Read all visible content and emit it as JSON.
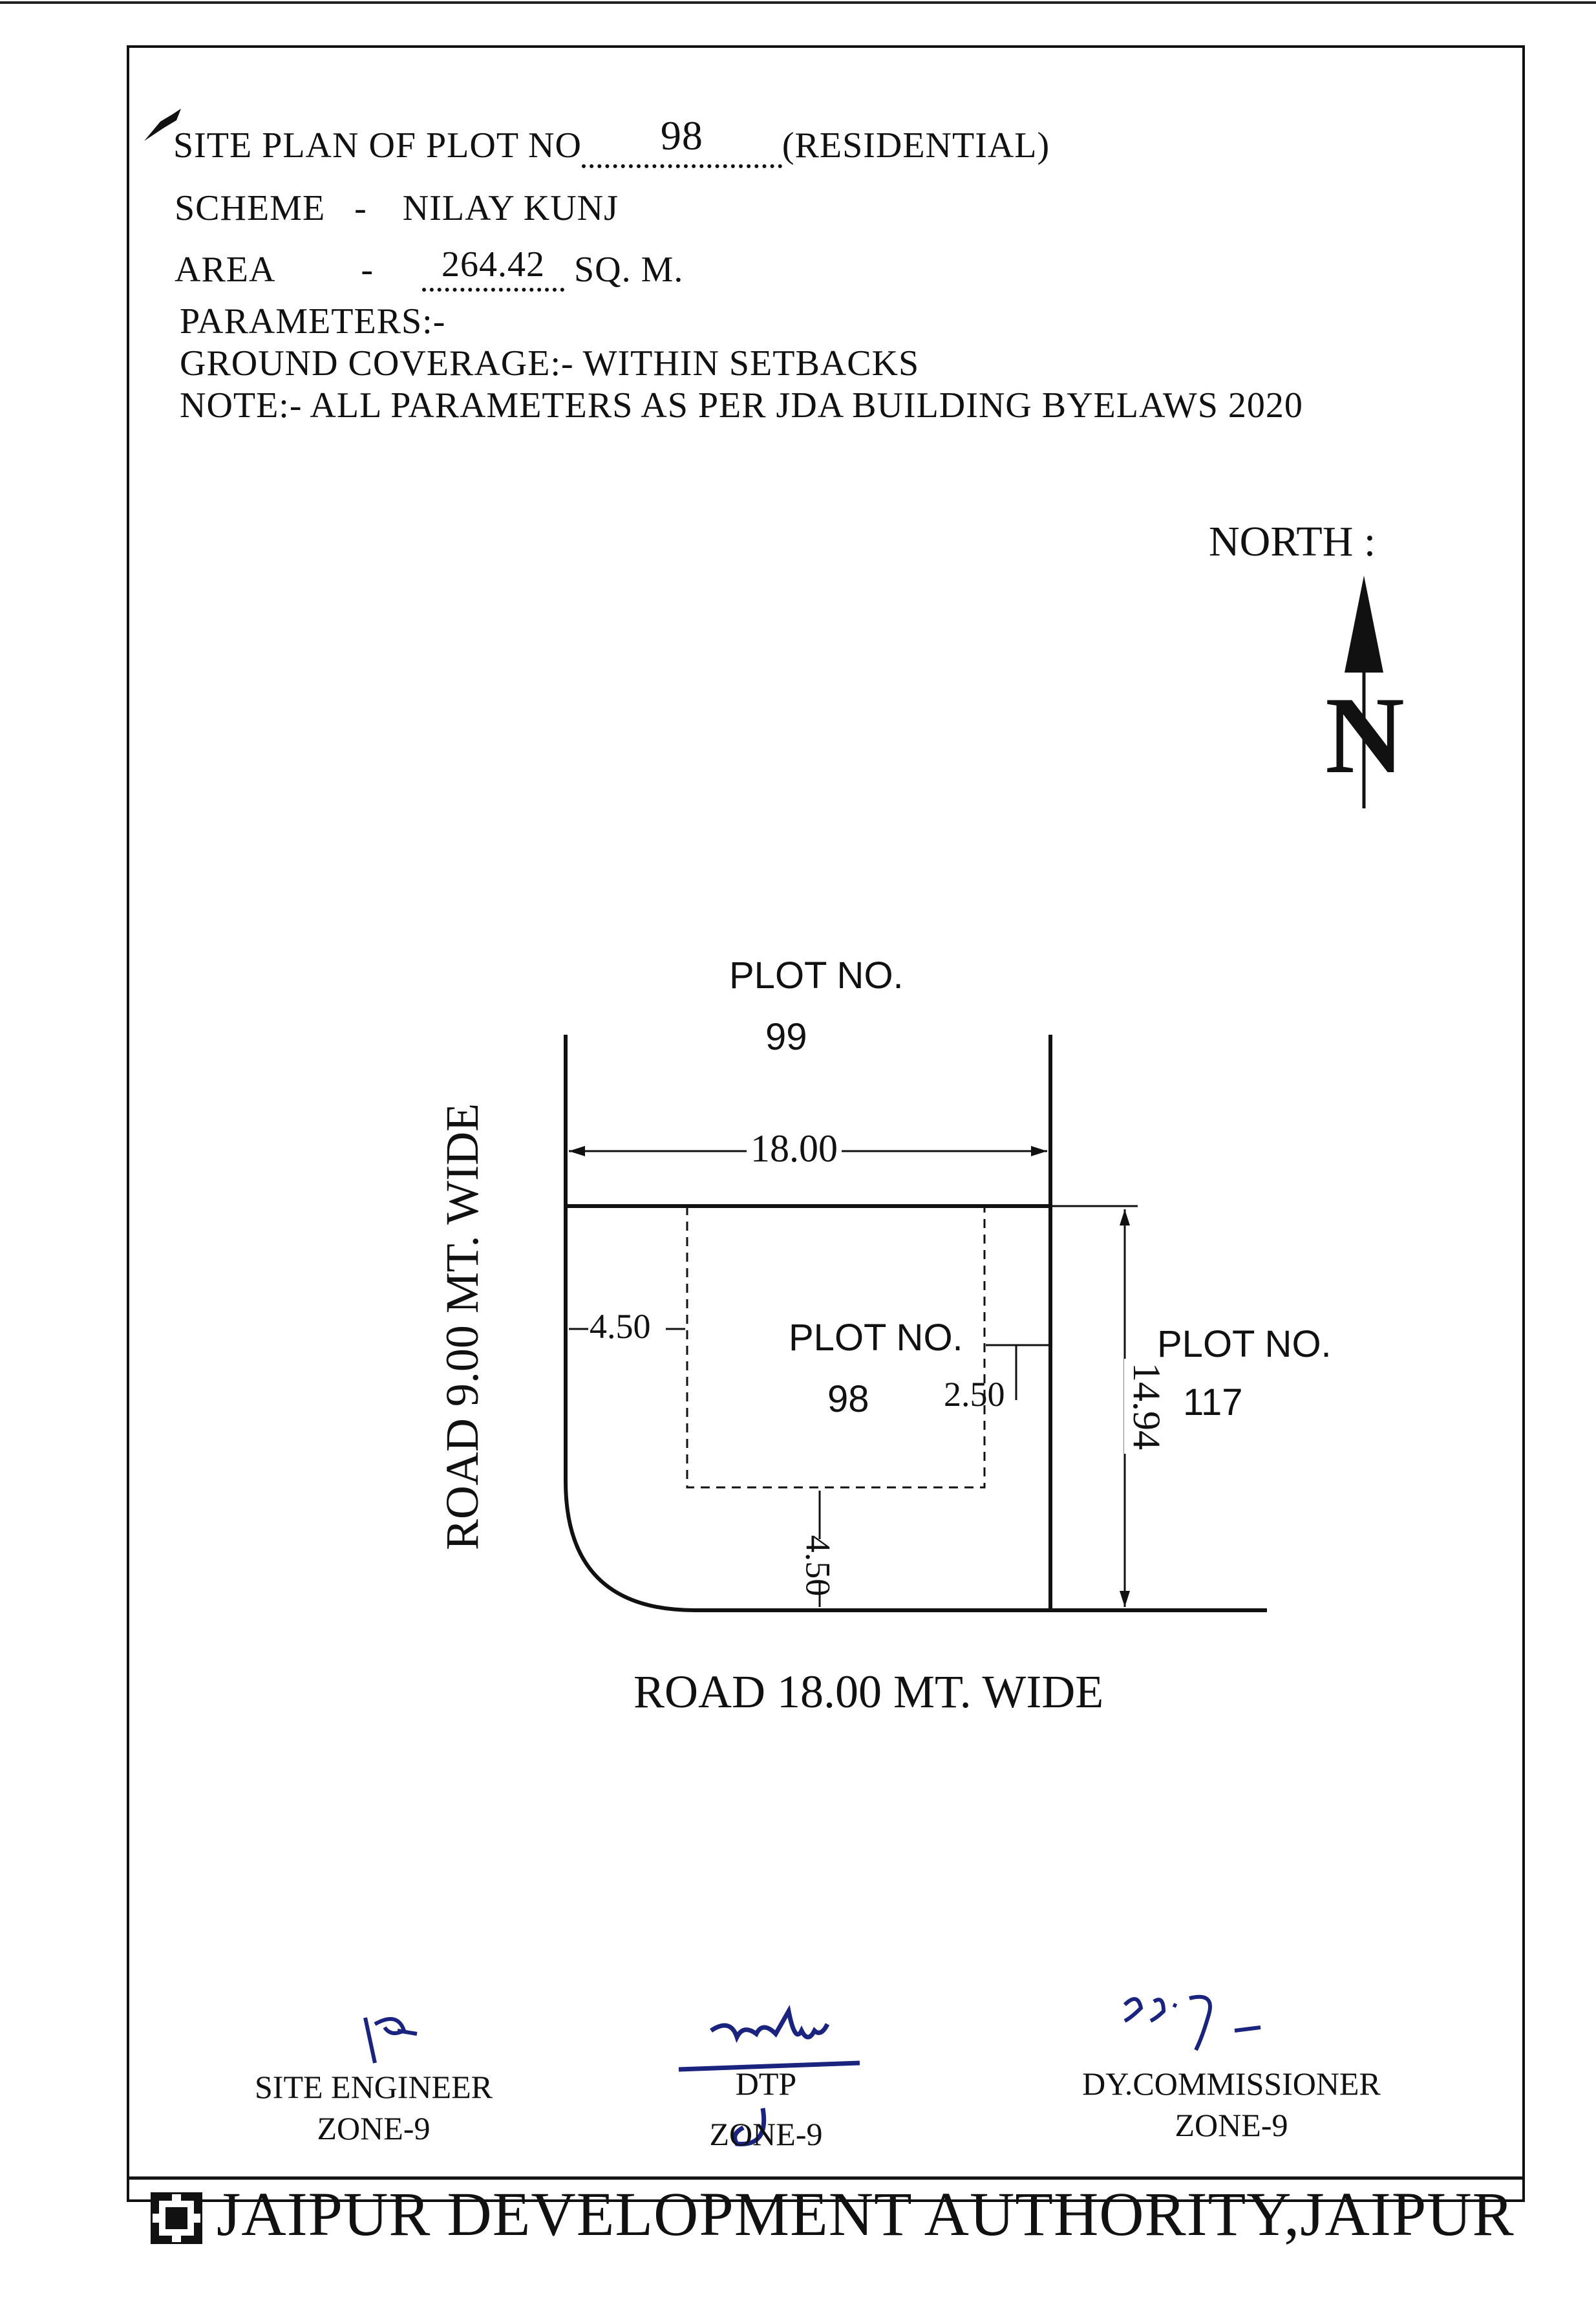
{
  "header": {
    "line1_prefix": "SITE  PLAN  OF  PLOT  NO",
    "plot_no": "98",
    "line1_suffix": "(RESIDENTIAL)",
    "scheme_label": "SCHEME   -",
    "scheme_value": "NILAY KUNJ",
    "area_label": "AREA         -",
    "area_value": "264.42",
    "area_unit": "SQ. M.",
    "parameters": "PARAMETERS:-",
    "ground_coverage": "GROUND COVERAGE:- WITHIN SETBACKS",
    "note": "NOTE:- ALL PARAMETERS AS PER JDA BUILDING BYELAWS 2020"
  },
  "north": {
    "label": "NORTH :",
    "letter": "N"
  },
  "plan": {
    "top_plot_label": "PLOT NO.",
    "top_plot_no": "99",
    "center_plot_label": "PLOT NO.",
    "center_plot_no": "98",
    "right_plot_label": "PLOT NO.",
    "right_plot_no": "117",
    "width_dim": "18.00",
    "depth_dim": "14.94",
    "setback_left": "4.50",
    "setback_right": "2.50",
    "setback_bottom": "4.50",
    "road_left": "ROAD 9.00 MT. WIDE",
    "road_bottom": "ROAD 18.00 MT. WIDE"
  },
  "signatures": [
    {
      "title": "SITE ENGINEER",
      "zone": "ZONE-9"
    },
    {
      "title": "DTP",
      "zone": "ZONE-9"
    },
    {
      "title": "DY.COMMISSIONER",
      "zone": "ZONE-9"
    }
  ],
  "footer": {
    "authority": "JAIPUR DEVELOPMENT AUTHORITY,JAIPUR"
  },
  "colors": {
    "ink": "#111111",
    "signature_ink": "#1a237e"
  }
}
